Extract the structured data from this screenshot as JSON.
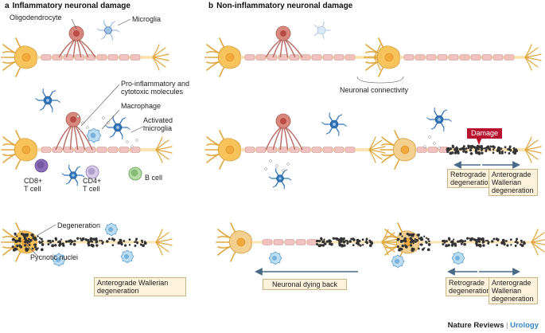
{
  "panel_a": {
    "letter": "a",
    "title": "Inflammatory neuronal damage",
    "labels": {
      "oligodendrocyte": "Oligodendrocyte",
      "microglia": "Microglia",
      "pro_inflammatory_1": "Pro-inflammatory and",
      "pro_inflammatory_2": "cytotoxic molecules",
      "macrophage": "Macrophage",
      "activated_1": "Activated",
      "activated_2": "microglia",
      "cd8_1": "CD8+",
      "cd8_2": "T cell",
      "cd4_1": "CD4+",
      "cd4_2": "T cell",
      "bcell": "B cell",
      "degeneration": "Degeneration",
      "pycnotic": "Pycnotic nuclei",
      "anterograde_1": "Anterograde Wallerian",
      "anterograde_2": "degeneration"
    }
  },
  "panel_b": {
    "letter": "b",
    "title": "Non-inflammatory neuronal damage",
    "labels": {
      "connectivity": "Neuronal connectivity",
      "damage": "Damage",
      "retrograde_1": "Retrograde",
      "retrograde_2": "degeneration",
      "anterograde_1": "Anterograde",
      "anterograde_2": "Wallerian",
      "anterograde_3": "degeneration",
      "dying_back": "Neuronal dying back"
    }
  },
  "credit": {
    "publisher": "Nature Reviews",
    "separator": "|",
    "journal": "Urology"
  },
  "colors": {
    "soma": "#f7c35a",
    "axon": "#fbe3b5",
    "myelin": "#f0c2bf",
    "oligodendrocyte": "#d9887f",
    "microglia": "#2f73b8",
    "debris": "#333333",
    "arrow": "#4a6a86",
    "damage": "#b8122f"
  }
}
